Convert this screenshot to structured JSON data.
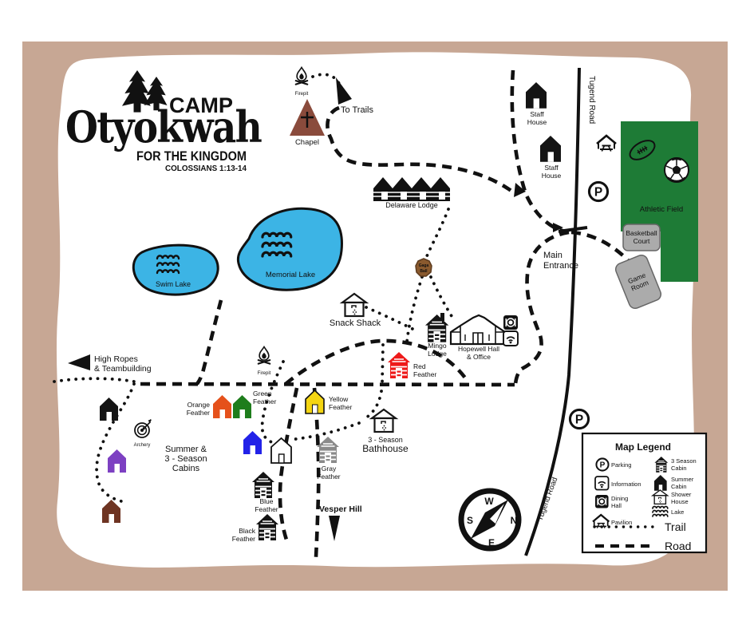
{
  "logo": {
    "camp": "CAMP",
    "name": "Otyokwah",
    "tagline": "FOR THE KINGDOM",
    "verse": "COLOSSIANS 1:13-14"
  },
  "icons": {
    "parking_glyph": "P"
  },
  "labels": {
    "firepit_top": "Firepit",
    "firepit_mid": "Firepit",
    "chapel": "Chapel",
    "to_trails": "To Trails",
    "delaware_lodge": "Delaware Lodge",
    "swim_lake": "Swim Lake",
    "memorial_lake": "Memorial Lake",
    "gaga_ball": [
      "Gaga",
      "Ball"
    ],
    "snack_shack": "Snack Shack",
    "mingo_lodge": [
      "Mingo",
      "Lodge"
    ],
    "hopewell_hall": [
      "Hopewell Hall",
      "& Office"
    ],
    "main_entrance": [
      "Main",
      "Entrance"
    ],
    "tugend_road_top": "Tugend Road",
    "tugend_road_bottom": "Tugend Road",
    "staff_house_1": [
      "Staff",
      "House"
    ],
    "staff_house_2": [
      "Staff",
      "House"
    ],
    "athletic_field": "Athletic Field",
    "basketball_court": [
      "Basketball",
      "Court"
    ],
    "game_room": [
      "Game",
      "Room"
    ],
    "high_ropes": [
      "High Ropes",
      "& Teambuilding"
    ],
    "archery": "Archery",
    "summer_cabins": [
      "Summer &",
      "3 - Season",
      "Cabins"
    ],
    "red_feather": [
      "Red",
      "Feather"
    ],
    "orange_feather": [
      "Orange",
      "Feather"
    ],
    "green_feather": [
      "Green",
      "Feather"
    ],
    "yellow_feather": [
      "Yellow",
      "Feather"
    ],
    "blue_feather": [
      "Blue",
      "Feather"
    ],
    "gray_feather": [
      "Gray",
      "Feather"
    ],
    "black_feather": [
      "Black",
      "Feather"
    ],
    "bathhouse": [
      "3 - Season",
      "Bathhouse"
    ],
    "vesper_hill": "Vesper Hill"
  },
  "compass": {
    "n": "N",
    "e": "E",
    "s": "S",
    "w": "W"
  },
  "legend": {
    "title": "Map Legend",
    "items_left": [
      {
        "name": "parking",
        "label": [
          "Parking"
        ]
      },
      {
        "name": "information",
        "label": [
          "Information"
        ]
      },
      {
        "name": "dining-hall",
        "label": [
          "Dining",
          "Hall"
        ]
      },
      {
        "name": "pavilion",
        "label": [
          "Pavilion"
        ]
      }
    ],
    "items_right": [
      {
        "name": "3-season-cabin",
        "label": [
          "3 Season",
          "Cabin"
        ]
      },
      {
        "name": "summer-cabin",
        "label": [
          "Summer",
          "Cabin"
        ]
      },
      {
        "name": "shower-house",
        "label": [
          "Shower",
          "House"
        ]
      },
      {
        "name": "lake",
        "label": [
          "Lake"
        ]
      }
    ],
    "trail": "Trail",
    "road": "Road"
  },
  "colors": {
    "frame": "#c7a794",
    "paper": "#ffffff",
    "lake": "#3cb4e5",
    "field": "#1e7b36",
    "court": "#ababab",
    "chapel": "#8a4b3c",
    "gaga": "#8a5a2e",
    "red": "#ee1a1a",
    "orange": "#e5511b",
    "green": "#1e7d1c",
    "yellow": "#f4d512",
    "blue": "#2222e8",
    "purple": "#7d40c2",
    "brown": "#6e3422",
    "black": "#141414",
    "gray": "#8a8a8a",
    "ink": "#111111"
  }
}
